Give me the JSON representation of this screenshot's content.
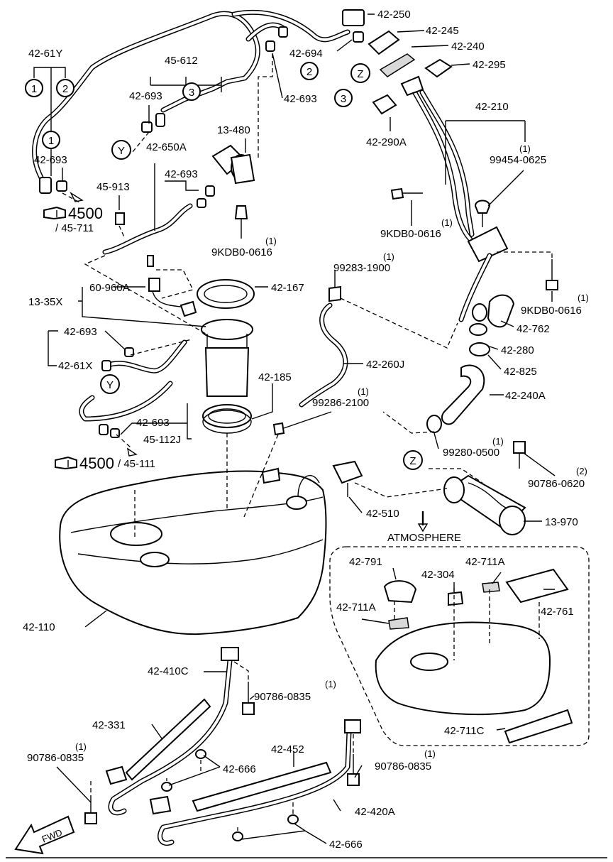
{
  "labels": {
    "p42_250": "42-250",
    "p42_245": "42-245",
    "p42_240": "42-240",
    "p42_295": "42-295",
    "p42_694": "42-694",
    "p42_693_3": "42-693",
    "p42_61Y": "42-61Y",
    "p45_612": "45-612",
    "p42_693_a": "42-693",
    "p42_290A": "42-290A",
    "p42_210": "42-210",
    "p99454": "99454-0625",
    "p13_480": "13-480",
    "p42_650A": "42-650A",
    "p42_693_b": "42-693",
    "p42_693_c": "42-693",
    "p45_913": "45-913",
    "p4500_top": "4500",
    "p45_711": "/ 45-711",
    "p9KDB_a": "9KDB0-0616",
    "p9KDB_b": "9KDB0-0616",
    "p9KDB_c": "9KDB0-0616",
    "p99283": "99283-1900",
    "p13_35X": "13-35X",
    "p60_960A": "60-960A",
    "p42_167": "42-167",
    "p42_762": "42-762",
    "p42_280": "42-280",
    "p42_825": "42-825",
    "p42_693_d": "42-693",
    "p42_61X": "42-61X",
    "p42_260J": "42-260J",
    "p42_185": "42-185",
    "p42_240A": "42-240A",
    "p99286": "99286-2100",
    "p42_693_e": "42-693",
    "p45_112J": "45-112J",
    "p4500_mid": "4500",
    "p45_111": "/ 45-111",
    "p99280": "99280-0500",
    "p90786_0620": "90786-0620",
    "p42_510": "42-510",
    "p13_970": "13-970",
    "atmosphere": "ATMOSPHERE",
    "p42_791": "42-791",
    "p42_304": "42-304",
    "p42_711A_a": "42-711A",
    "p42_711A_b": "42-711A",
    "p42_761": "42-761",
    "p42_110": "42-110",
    "p42_711C": "42-711C",
    "p42_410C": "42-410C",
    "p90786_0835_a": "90786-0835",
    "p90786_0835_b": "90786-0835",
    "p90786_0835_c": "90786-0835",
    "p42_331": "42-331",
    "p42_452": "42-452",
    "p42_666_a": "42-666",
    "p42_666_b": "42-666",
    "p42_420A": "42-420A",
    "fwd": "FWD"
  },
  "qty": {
    "q1": "(1)",
    "q2": "(2)"
  },
  "circles": {
    "c1": "1",
    "c2": "2",
    "c3": "3",
    "cY": "Y",
    "cZ": "Z"
  },
  "icons": {
    "reference": "pointing-hand-icon",
    "direction": "fwd-arrow-icon"
  }
}
